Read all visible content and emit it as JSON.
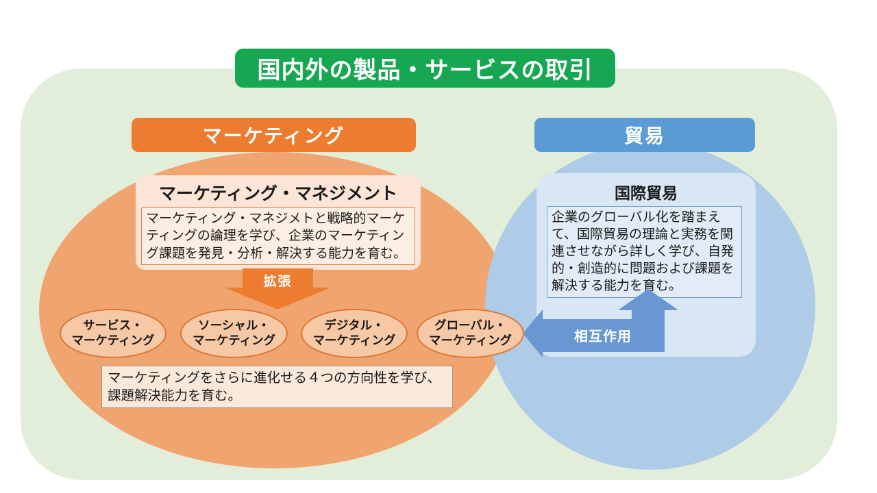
{
  "title": "国内外の製品・サービスの取引",
  "marketing": {
    "header": "マーケティング",
    "management": {
      "heading": "マーケティング・マネジメント",
      "body": "マーケティング・マネジメトと戦略的マーケティングの論理を学び、企業のマーケティング課題を発見・分析・解決する能力を育む。"
    },
    "expand_arrow_label": "拡張",
    "sub_fields": [
      {
        "line1": "サービス・",
        "line2": "マーケティング"
      },
      {
        "line1": "ソーシャル・",
        "line2": "マーケティング"
      },
      {
        "line1": "デジタル・",
        "line2": "マーケティング"
      },
      {
        "line1": "グローバル・",
        "line2": "マーケティング"
      }
    ],
    "note": "マーケティングをさらに進化せる４つの方向性を学び、課題解決能力を育む。"
  },
  "trade": {
    "header": "貿易",
    "international": {
      "heading": "国際貿易",
      "body": "企業のグローバル化を踏まえて、国際貿易の理論と実務を関連させながら詳しく学び、自発的・創造的に問題および課題を解決する能力を育む。"
    },
    "interaction_arrow_label": "相互作用"
  },
  "colors": {
    "title_green": "#17A651",
    "panel_green": "#E2EEDA",
    "marketing_orange": "#EC7C30",
    "marketing_ellipse_orange": "#F0A470",
    "peach_box": "#FBE5D6",
    "trade_blue": "#5B9BD5",
    "trade_circle_blue": "#AECBE7",
    "trade_box_blue": "#D9E6F4",
    "arrow_blue": "#6897D1"
  }
}
